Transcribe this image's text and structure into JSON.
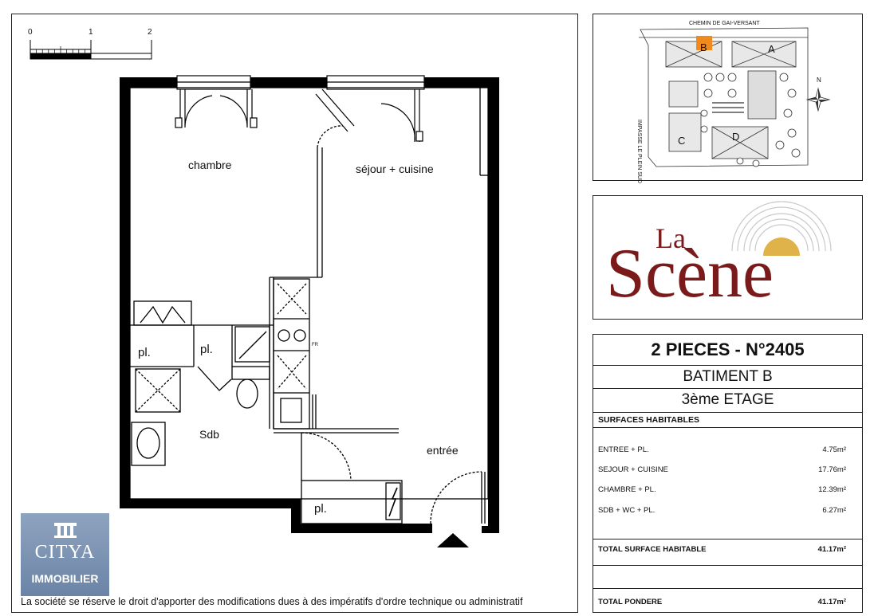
{
  "scale": {
    "labels": [
      "0",
      "1",
      "2"
    ]
  },
  "rooms": {
    "chambre": "chambre",
    "sejour": "séjour + cuisine",
    "sdb": "Sdb",
    "entree": "entrée",
    "placard": "pl.",
    "fridge_tag": "FR"
  },
  "site_plan": {
    "street_top": "CHEMIN DE GAI-VERSANT",
    "street_side": "IMPASSE LE PLEIN SUD",
    "buildings": [
      "A",
      "B",
      "C",
      "D"
    ],
    "north": "N",
    "highlight_color": "#f08a1c"
  },
  "logo": {
    "la": "La",
    "scene": "Scène",
    "color": "#7a1a1a",
    "sun_color": "#e0b34a"
  },
  "info": {
    "title": "2 PIECES - N°2405",
    "building": "BATIMENT B",
    "floor": "3ème ETAGE",
    "surfaces_header": "SURFACES HABITABLES",
    "surfaces": [
      {
        "label": "ENTREE + PL.",
        "value": "4.75m²"
      },
      {
        "label": "SEJOUR + CUISINE",
        "value": "17.76m²"
      },
      {
        "label": "CHAMBRE + PL.",
        "value": "12.39m²"
      },
      {
        "label": "SDB + WC + PL.",
        "value": "6.27m²"
      }
    ],
    "total_habitable": {
      "label": "TOTAL SURFACE HABITABLE",
      "value": "41.17m²"
    },
    "total_pondere": {
      "label": "TOTAL PONDERE",
      "value": "41.17m²"
    }
  },
  "agency": {
    "brand": "CITYA",
    "sub": "IMMOBILIER",
    "color": "#7b93b5"
  },
  "footnote": "La société se réserve le droit d'apporter des modifications dues à des impératifs d'ordre technique ou administratif"
}
